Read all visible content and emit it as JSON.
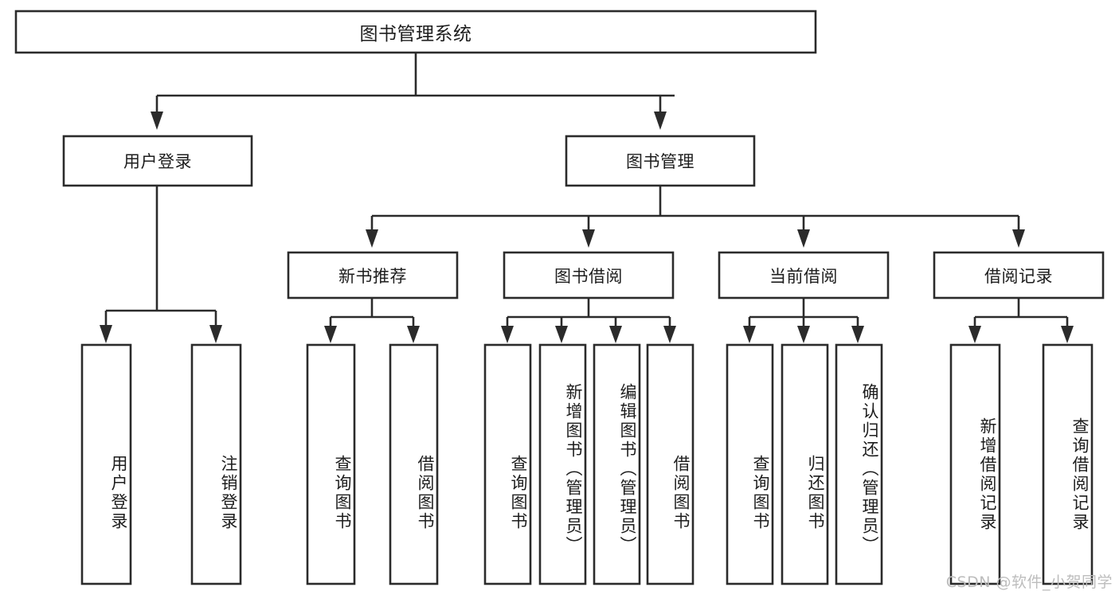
{
  "diagram": {
    "type": "tree-hierarchy-chart",
    "title_node": {
      "id": "root",
      "label": "图书管理系统"
    },
    "levels": [
      {
        "level": 1,
        "nodes": [
          {
            "id": "root",
            "label": "图书管理系统"
          }
        ]
      },
      {
        "level": 2,
        "nodes": [
          {
            "id": "user-login",
            "label": "用户登录",
            "parent": "root"
          },
          {
            "id": "book-manage",
            "label": "图书管理",
            "parent": "root"
          }
        ]
      },
      {
        "level": 3,
        "nodes": [
          {
            "id": "new-book-rec",
            "label": "新书推荐",
            "parent": "book-manage"
          },
          {
            "id": "book-borrow",
            "label": "图书借阅",
            "parent": "book-manage"
          },
          {
            "id": "current-borrow",
            "label": "当前借阅",
            "parent": "book-manage"
          },
          {
            "id": "borrow-record",
            "label": "借阅记录",
            "parent": "book-manage"
          }
        ]
      },
      {
        "level": 4,
        "nodes": [
          {
            "id": "leaf-user-login",
            "label": "用户登录",
            "parent": "user-login"
          },
          {
            "id": "leaf-logout",
            "label": "注销登录",
            "parent": "user-login"
          },
          {
            "id": "leaf-query-book-1",
            "label": "查询图书",
            "parent": "new-book-rec"
          },
          {
            "id": "leaf-borrow-book-1",
            "label": "借阅图书",
            "parent": "new-book-rec"
          },
          {
            "id": "leaf-query-book-2",
            "label": "查询图书",
            "parent": "book-borrow"
          },
          {
            "id": "leaf-add-book",
            "label": "新增图书（管理员）",
            "parent": "book-borrow"
          },
          {
            "id": "leaf-edit-book",
            "label": "编辑图书（管理员）",
            "parent": "book-borrow"
          },
          {
            "id": "leaf-borrow-book-2",
            "label": "借阅图书",
            "parent": "book-borrow"
          },
          {
            "id": "leaf-query-book-3",
            "label": "查询图书",
            "parent": "current-borrow"
          },
          {
            "id": "leaf-return-book",
            "label": "归还图书",
            "parent": "current-borrow"
          },
          {
            "id": "leaf-confirm-return",
            "label": "确认归还（管理员）",
            "parent": "current-borrow"
          },
          {
            "id": "leaf-add-record",
            "label": "新增借阅记录",
            "parent": "borrow-record"
          },
          {
            "id": "leaf-query-record",
            "label": "查询借阅记录",
            "parent": "borrow-record"
          }
        ]
      }
    ]
  },
  "watermark": {
    "text": "CSDN @软件_小贺同学"
  },
  "colors": {
    "box_stroke": "#2b2b2b",
    "box_fill": "#ffffff",
    "text": "#1d1d1d",
    "watermark": "#bdbdbd",
    "background": "#ffffff"
  }
}
